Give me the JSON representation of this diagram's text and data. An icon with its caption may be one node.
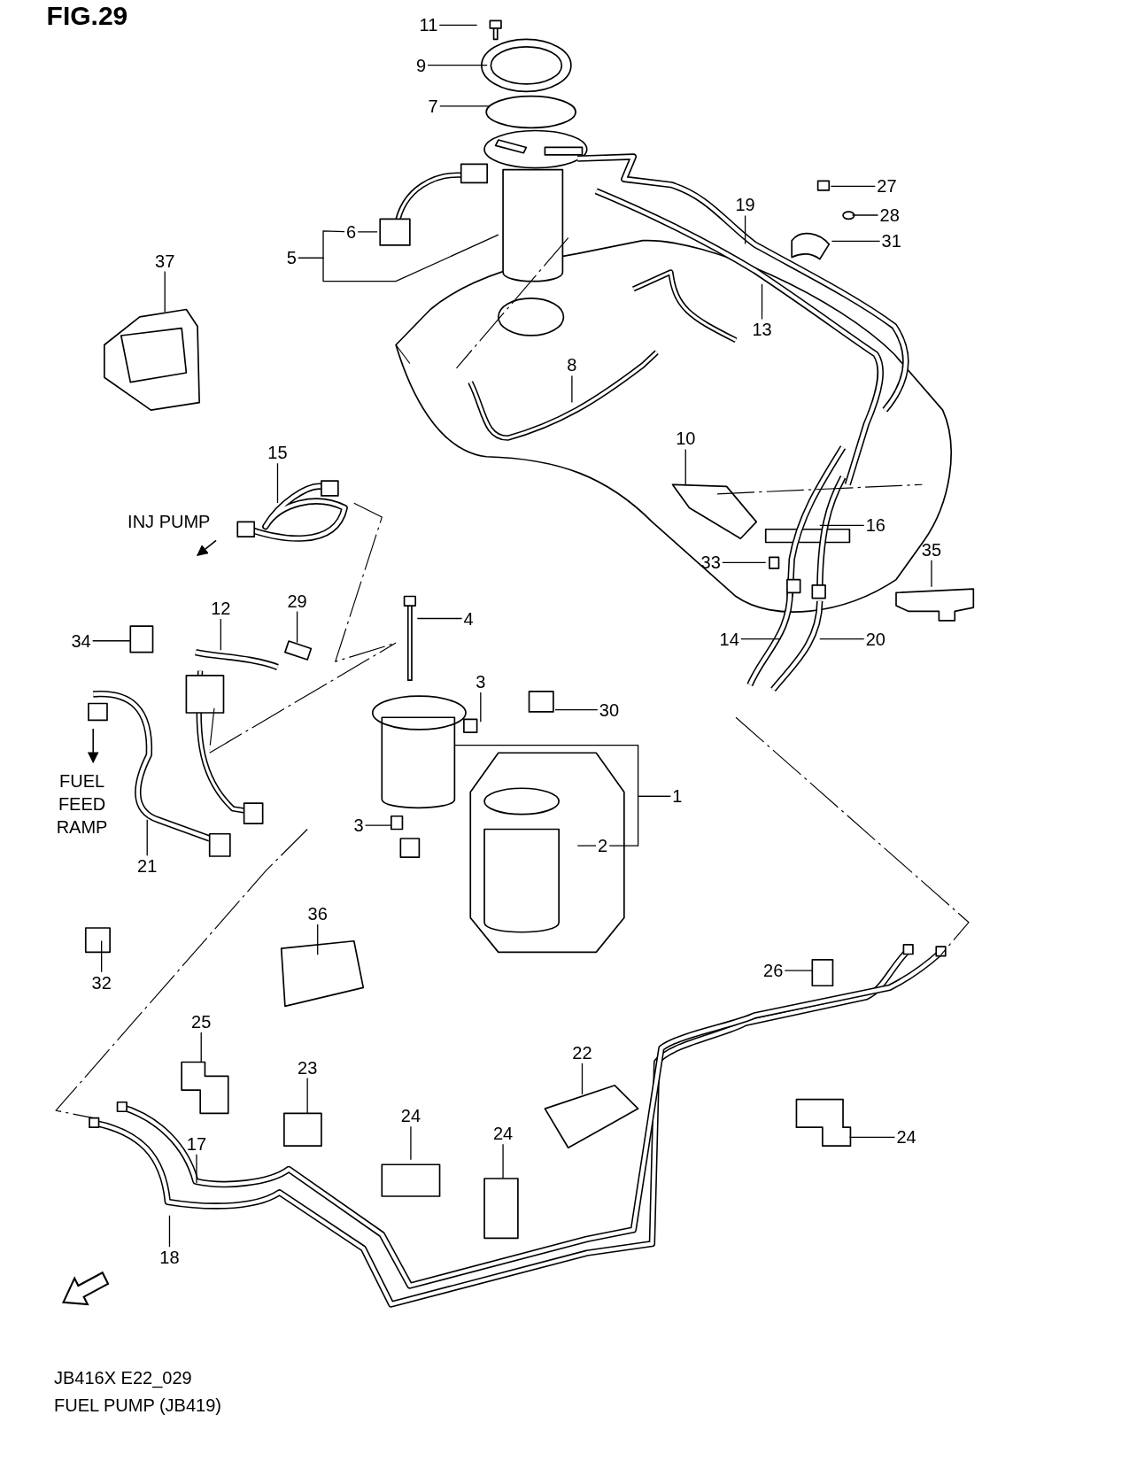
{
  "diagram": {
    "nodes": [
      {
        "text": [
          "11"
        ]
      },
      {
        "text": [
          "9"
        ]
      },
      {
        "text": [
          "7"
        ]
      },
      {
        "text": [
          "27"
        ]
      },
      {
        "text": [
          "19"
        ]
      },
      {
        "text": [
          "28"
        ]
      },
      {
        "text": [
          "6"
        ]
      },
      {
        "text": [
          "31"
        ]
      },
      {
        "text": [
          "5"
        ]
      },
      {
        "text": [
          "37"
        ]
      },
      {
        "text": [
          "13"
        ]
      },
      {
        "text": [
          "8"
        ]
      },
      {
        "text": [
          "10"
        ]
      },
      {
        "text": [
          "15"
        ]
      },
      {
        "text": [
          "16"
        ]
      },
      {
        "text": [
          "35"
        ]
      },
      {
        "text": [
          "33"
        ]
      },
      {
        "text": [
          "29"
        ]
      },
      {
        "text": [
          "12"
        ]
      },
      {
        "text": [
          "4"
        ]
      },
      {
        "text": [
          "34"
        ]
      },
      {
        "text": [
          "14"
        ]
      },
      {
        "text": [
          "20"
        ]
      },
      {
        "text": [
          "3"
        ]
      },
      {
        "text": [
          "30"
        ]
      },
      {
        "text": [
          "1"
        ]
      },
      {
        "text": [
          "2"
        ]
      },
      {
        "text": [
          "3"
        ]
      },
      {
        "text": [
          "21"
        ]
      },
      {
        "text": [
          "36"
        ]
      },
      {
        "text": [
          "26"
        ]
      },
      {
        "text": [
          "32"
        ]
      },
      {
        "text": [
          "25"
        ]
      },
      {
        "text": [
          "22"
        ]
      },
      {
        "text": [
          "23"
        ]
      },
      {
        "text": [
          "24"
        ]
      },
      {
        "text": [
          "24"
        ]
      },
      {
        "text": [
          "24"
        ]
      },
      {
        "text": [
          "17"
        ]
      },
      {
        "text": [
          "18"
        ]
      }
    ],
    "edges": [
      {
        "from": 0,
        "to": null,
        "arrow": "none"
      },
      {
        "from": 1,
        "to": null,
        "arrow": "none"
      },
      {
        "from": 2,
        "to": null,
        "arrow": "none"
      },
      {
        "from": 3,
        "to": null,
        "arrow": "none"
      },
      {
        "from": 4,
        "to": null,
        "arrow": "none"
      },
      {
        "from": 5,
        "to": null,
        "arrow": "none"
      },
      {
        "from": 6,
        "to": null,
        "arrow": "none"
      },
      {
        "from": 7,
        "to": null,
        "arrow": "none"
      },
      {
        "from": 8,
        "to": 6,
        "arrow": "none"
      },
      {
        "from": 8,
        "to": null,
        "arrow": "none"
      },
      {
        "from": 9,
        "to": null,
        "arrow": "none"
      },
      {
        "from": 10,
        "to": null,
        "arrow": "none"
      },
      {
        "from": 11,
        "to": null,
        "arrow": "none"
      },
      {
        "from": 12,
        "to": null,
        "arrow": "none"
      },
      {
        "from": 13,
        "to": null,
        "arrow": "none"
      },
      {
        "from": 14,
        "to": null,
        "arrow": "none"
      },
      {
        "from": 15,
        "to": null,
        "arrow": "none"
      },
      {
        "from": 16,
        "to": null,
        "arrow": "none"
      },
      {
        "from": 17,
        "to": null,
        "arrow": "none"
      },
      {
        "from": 18,
        "to": null,
        "arrow": "none"
      },
      {
        "from": 19,
        "to": null,
        "arrow": "none"
      },
      {
        "from": 20,
        "to": null,
        "arrow": "none"
      },
      {
        "from": 21,
        "to": null,
        "arrow": "none"
      },
      {
        "from": 22,
        "to": null,
        "arrow": "none"
      },
      {
        "from": 23,
        "to": null,
        "arrow": "none"
      },
      {
        "from": 24,
        "to": null,
        "arrow": "none"
      },
      {
        "from": 25,
        "to": null,
        "arrow": "none"
      },
      {
        "from": 25,
        "to": 26,
        "arrow": "none"
      },
      {
        "from": 26,
        "to": null,
        "arrow": "none"
      },
      {
        "from": 27,
        "to": null,
        "arrow": "none"
      },
      {
        "from": 28,
        "to": null,
        "arrow": "none"
      },
      {
        "from": 29,
        "to": null,
        "arrow": "none"
      },
      {
        "from": 30,
        "to": null,
        "arrow": "none"
      },
      {
        "from": 31,
        "to": null,
        "arrow": "none"
      },
      {
        "from": 32,
        "to": null,
        "arrow": "none"
      },
      {
        "from": 33,
        "to": null,
        "arrow": "none"
      },
      {
        "from": 34,
        "to": null,
        "arrow": "none"
      },
      {
        "from": 35,
        "to": null,
        "arrow": "none"
      },
      {
        "from": 36,
        "to": null,
        "arrow": "none"
      },
      {
        "from": 37,
        "to": null,
        "arrow": "none"
      },
      {
        "from": 38,
        "to": null,
        "arrow": "none"
      },
      {
        "from": 39,
        "to": null,
        "arrow": "none"
      }
    ],
    "labels": [
      "FIG.29",
      "INJ PUMP",
      "FUEL FEED RAMP",
      "JB416X E22_029",
      "FUEL PUMP (JB419)"
    ]
  }
}
